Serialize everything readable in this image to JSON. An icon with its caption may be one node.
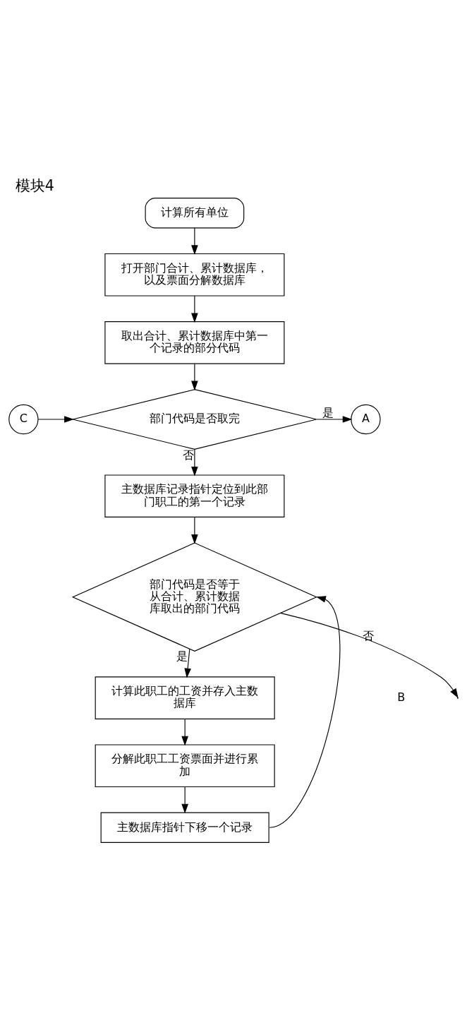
{
  "diagram": {
    "title": "模块4",
    "nodes": [
      {
        "text": [
          "计算所有单位"
        ]
      },
      {
        "text": [
          "打开部门合计、累计数据库，以及票面分解数据库"
        ]
      },
      {
        "text": [
          "取出合计、累计数据库中第一个记录的部分代码"
        ]
      },
      {
        "text": [
          "C"
        ]
      },
      {
        "text": [
          "部门代码是否取完"
        ]
      },
      {
        "text": [
          "A"
        ]
      },
      {
        "text": [
          "主数据库记录指针定位到此部门职工的第一个记录"
        ]
      },
      {
        "text": [
          "部门代码是否等于从合计、累计数据库取出的部门代码"
        ]
      },
      {
        "text": [
          "计算此职工的工资并存入主数据库"
        ]
      },
      {
        "text": [
          "分解此职工工资票面并进行累加"
        ]
      },
      {
        "text": [
          "主数据库指针下移一个记录"
        ]
      }
    ],
    "edges": [
      {
        "from": 0,
        "to": 1,
        "arrow": "to"
      },
      {
        "from": 1,
        "to": 2,
        "arrow": "to"
      },
      {
        "from": 2,
        "to": 4,
        "arrow": "to"
      },
      {
        "from": 3,
        "to": 4,
        "arrow": "to"
      },
      {
        "from": 4,
        "to": 5,
        "arrow": "to",
        "label": "是"
      },
      {
        "from": 4,
        "to": 6,
        "arrow": "to",
        "label": "否"
      },
      {
        "from": 6,
        "to": 7,
        "arrow": "to"
      },
      {
        "from": 7,
        "to": 8,
        "arrow": "to",
        "label": "是"
      },
      {
        "from": 8,
        "to": 9,
        "arrow": "to"
      },
      {
        "from": 9,
        "to": 10,
        "arrow": "to"
      },
      {
        "from": 10,
        "to": 7,
        "arrow": "to"
      },
      {
        "from": 7,
        "to": null,
        "arrow": "to",
        "label": "否"
      }
    ],
    "labels": [
      "B"
    ]
  }
}
